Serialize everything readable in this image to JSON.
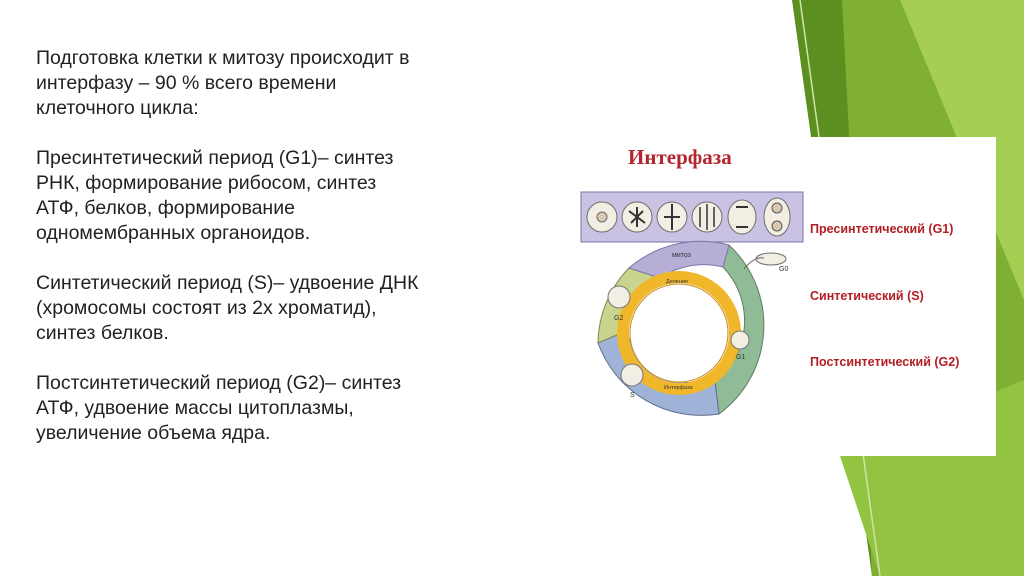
{
  "colors": {
    "accent_green_dark": "#5c8f1f",
    "accent_green_light": "#93c441",
    "legend_red": "#b31d24",
    "title_red": "#b3262d",
    "g1_arc": "#8fbc96",
    "s_arc": "#9fb3d8",
    "g2_arc": "#c9d58f",
    "mitosis_arc": "#b7aed6"
  },
  "body": {
    "paragraphs": [
      [
        "Подготовка клетки к митозу происходит в",
        "интерфазу – 90 % всего времени",
        "клеточного цикла:"
      ],
      [
        "Пресинтетический период (G1)– синтез",
        "РНК, формирование рибосом, синтез",
        "АТФ, белков, формирование",
        "одномембранных органоидов."
      ],
      [
        "Синтетический период (S)– удвоение ДНК",
        "(хромосомы состоят из 2х хроматид),",
        "синтез белков."
      ],
      [
        "Постсинтетический период (G2)– синтез",
        "АТФ, удвоение массы цитоплазмы,",
        "увеличение объема ядра."
      ]
    ]
  },
  "figure": {
    "title": "Интерфаза",
    "legend": [
      "Пресинтетический (G1)",
      "Синтетический (S)",
      "Постсинтетический (G2)"
    ],
    "diagram_labels": {
      "mitosis": "митоз",
      "g0": "G0",
      "g1": "G1",
      "g2": "G2",
      "s": "S",
      "inner_top": "Деление",
      "inner_bottom": "Интерфаза"
    }
  }
}
